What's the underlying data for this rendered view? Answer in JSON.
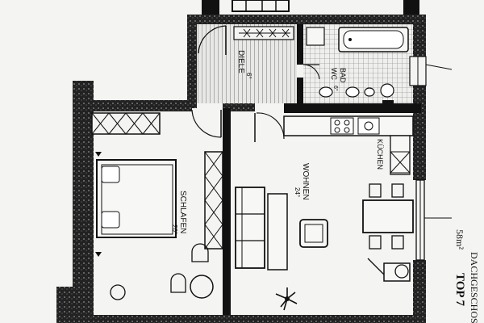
{
  "rooms": {
    "diele": {
      "name": "DIELE",
      "area": "6°"
    },
    "bad": {
      "name": "BAD",
      "extra": "WC",
      "area": "6°"
    },
    "schlafen": {
      "name": "SCHLAFEN",
      "area": "20°"
    },
    "wohnen": {
      "name": "WOHNEN",
      "area": "24°"
    },
    "kuechen": {
      "name": "KÜCHEN"
    }
  },
  "unit": {
    "name": "TOP 7",
    "size": "58m²",
    "floor": "DACHGESCHOSS"
  },
  "colors": {
    "ink": "#111111",
    "paper": "#f4f4f2",
    "hatch": "#555555"
  }
}
